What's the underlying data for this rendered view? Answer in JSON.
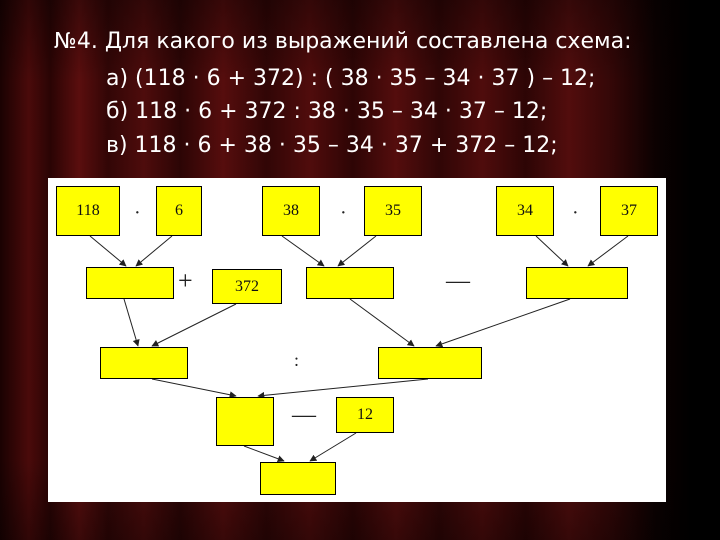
{
  "task": {
    "title": "№4. Для какого из выражений составлена схема:",
    "options": [
      "а) (118 · 6 + 372) : ( 38 · 35 – 34 · 37 ) – 12;",
      "б) 118 · 6 + 372 :  38 · 35 – 34 · 37  – 12;",
      "в) 118 · 6 +  38 · 35 – 34 · 37 + 372  – 12;"
    ]
  },
  "scheme": {
    "inputs": [
      "118",
      "6",
      "38",
      "35",
      "34",
      "37"
    ],
    "addend": "372",
    "subtrahend": "12",
    "ops": {
      "mul1": "·",
      "mul2": "·",
      "mul3": "·",
      "plus": "+",
      "minus1": "—",
      "div": ":",
      "minus2": "—"
    }
  },
  "colors": {
    "box_fill": "#ffff00",
    "text": "#ffffff",
    "panel": "#ffffff"
  }
}
